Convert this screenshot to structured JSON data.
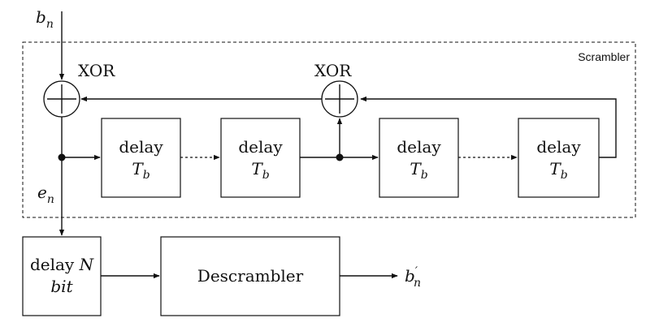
{
  "diagram": {
    "frame_label": "Scrambler",
    "input": {
      "symbol": "b",
      "subscript": "n"
    },
    "xor1_label": "XOR",
    "xor2_label": "XOR",
    "node_label": {
      "symbol": "e",
      "subscript": "n"
    },
    "delays": [
      {
        "line1": "delay",
        "symbol": "T",
        "subscript": "b"
      },
      {
        "line1": "delay",
        "symbol": "T",
        "subscript": "b"
      },
      {
        "line1": "delay",
        "symbol": "T",
        "subscript": "b"
      },
      {
        "line1": "delay",
        "symbol": "T",
        "subscript": "b"
      }
    ],
    "delay_n": {
      "line1_word": "delay",
      "line1_symbol": "N",
      "line2": "bit"
    },
    "descrambler_label": "Descrambler",
    "output": {
      "symbol": "b",
      "prime": "′",
      "subscript": "n"
    }
  }
}
